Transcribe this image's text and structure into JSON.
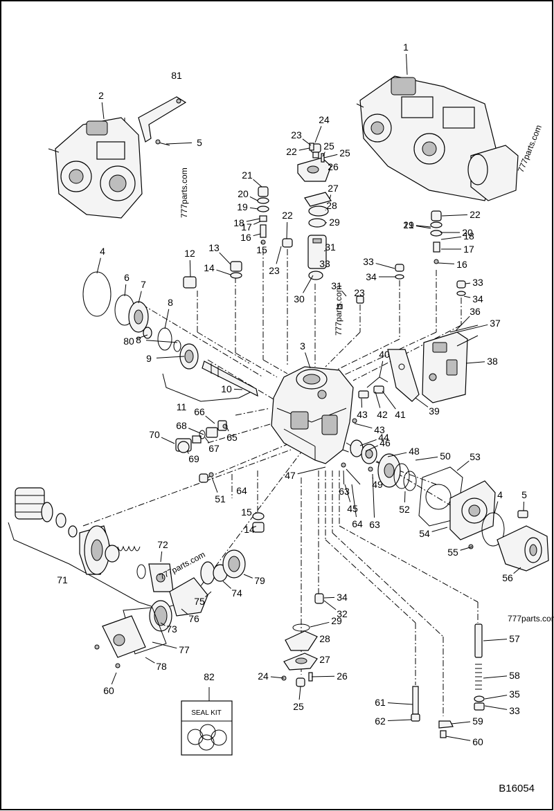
{
  "document": {
    "figure_id": "B16054",
    "watermarks": [
      "777parts.com",
      "777parts.com",
      "777parts.com",
      "777parts.com"
    ],
    "seal_kit_label": "SEAL KIT"
  },
  "callouts": [
    "1",
    "2",
    "3",
    "4",
    "4",
    "5",
    "5",
    "6",
    "7",
    "8",
    "8",
    "9",
    "10",
    "11",
    "12",
    "13",
    "14",
    "14",
    "15",
    "15",
    "16",
    "16",
    "17",
    "17",
    "18",
    "18",
    "19",
    "19",
    "20",
    "20",
    "21",
    "21",
    "22",
    "22",
    "22",
    "23",
    "23",
    "23",
    "24",
    "24",
    "25",
    "25",
    "25",
    "26",
    "26",
    "27",
    "27",
    "28",
    "28",
    "29",
    "29",
    "30",
    "31",
    "31",
    "32",
    "33",
    "33",
    "33",
    "33",
    "34",
    "34",
    "34",
    "35",
    "36",
    "37",
    "38",
    "39",
    "40",
    "41",
    "42",
    "43",
    "43",
    "44",
    "45",
    "46",
    "47",
    "48",
    "49",
    "50",
    "51",
    "52",
    "53",
    "54",
    "55",
    "56",
    "57",
    "58",
    "59",
    "60",
    "60",
    "61",
    "62",
    "63",
    "63",
    "64",
    "64",
    "65",
    "66",
    "67",
    "68",
    "69",
    "70",
    "71",
    "72",
    "73",
    "74",
    "75",
    "76",
    "77",
    "78",
    "79",
    "80",
    "81",
    "82"
  ]
}
